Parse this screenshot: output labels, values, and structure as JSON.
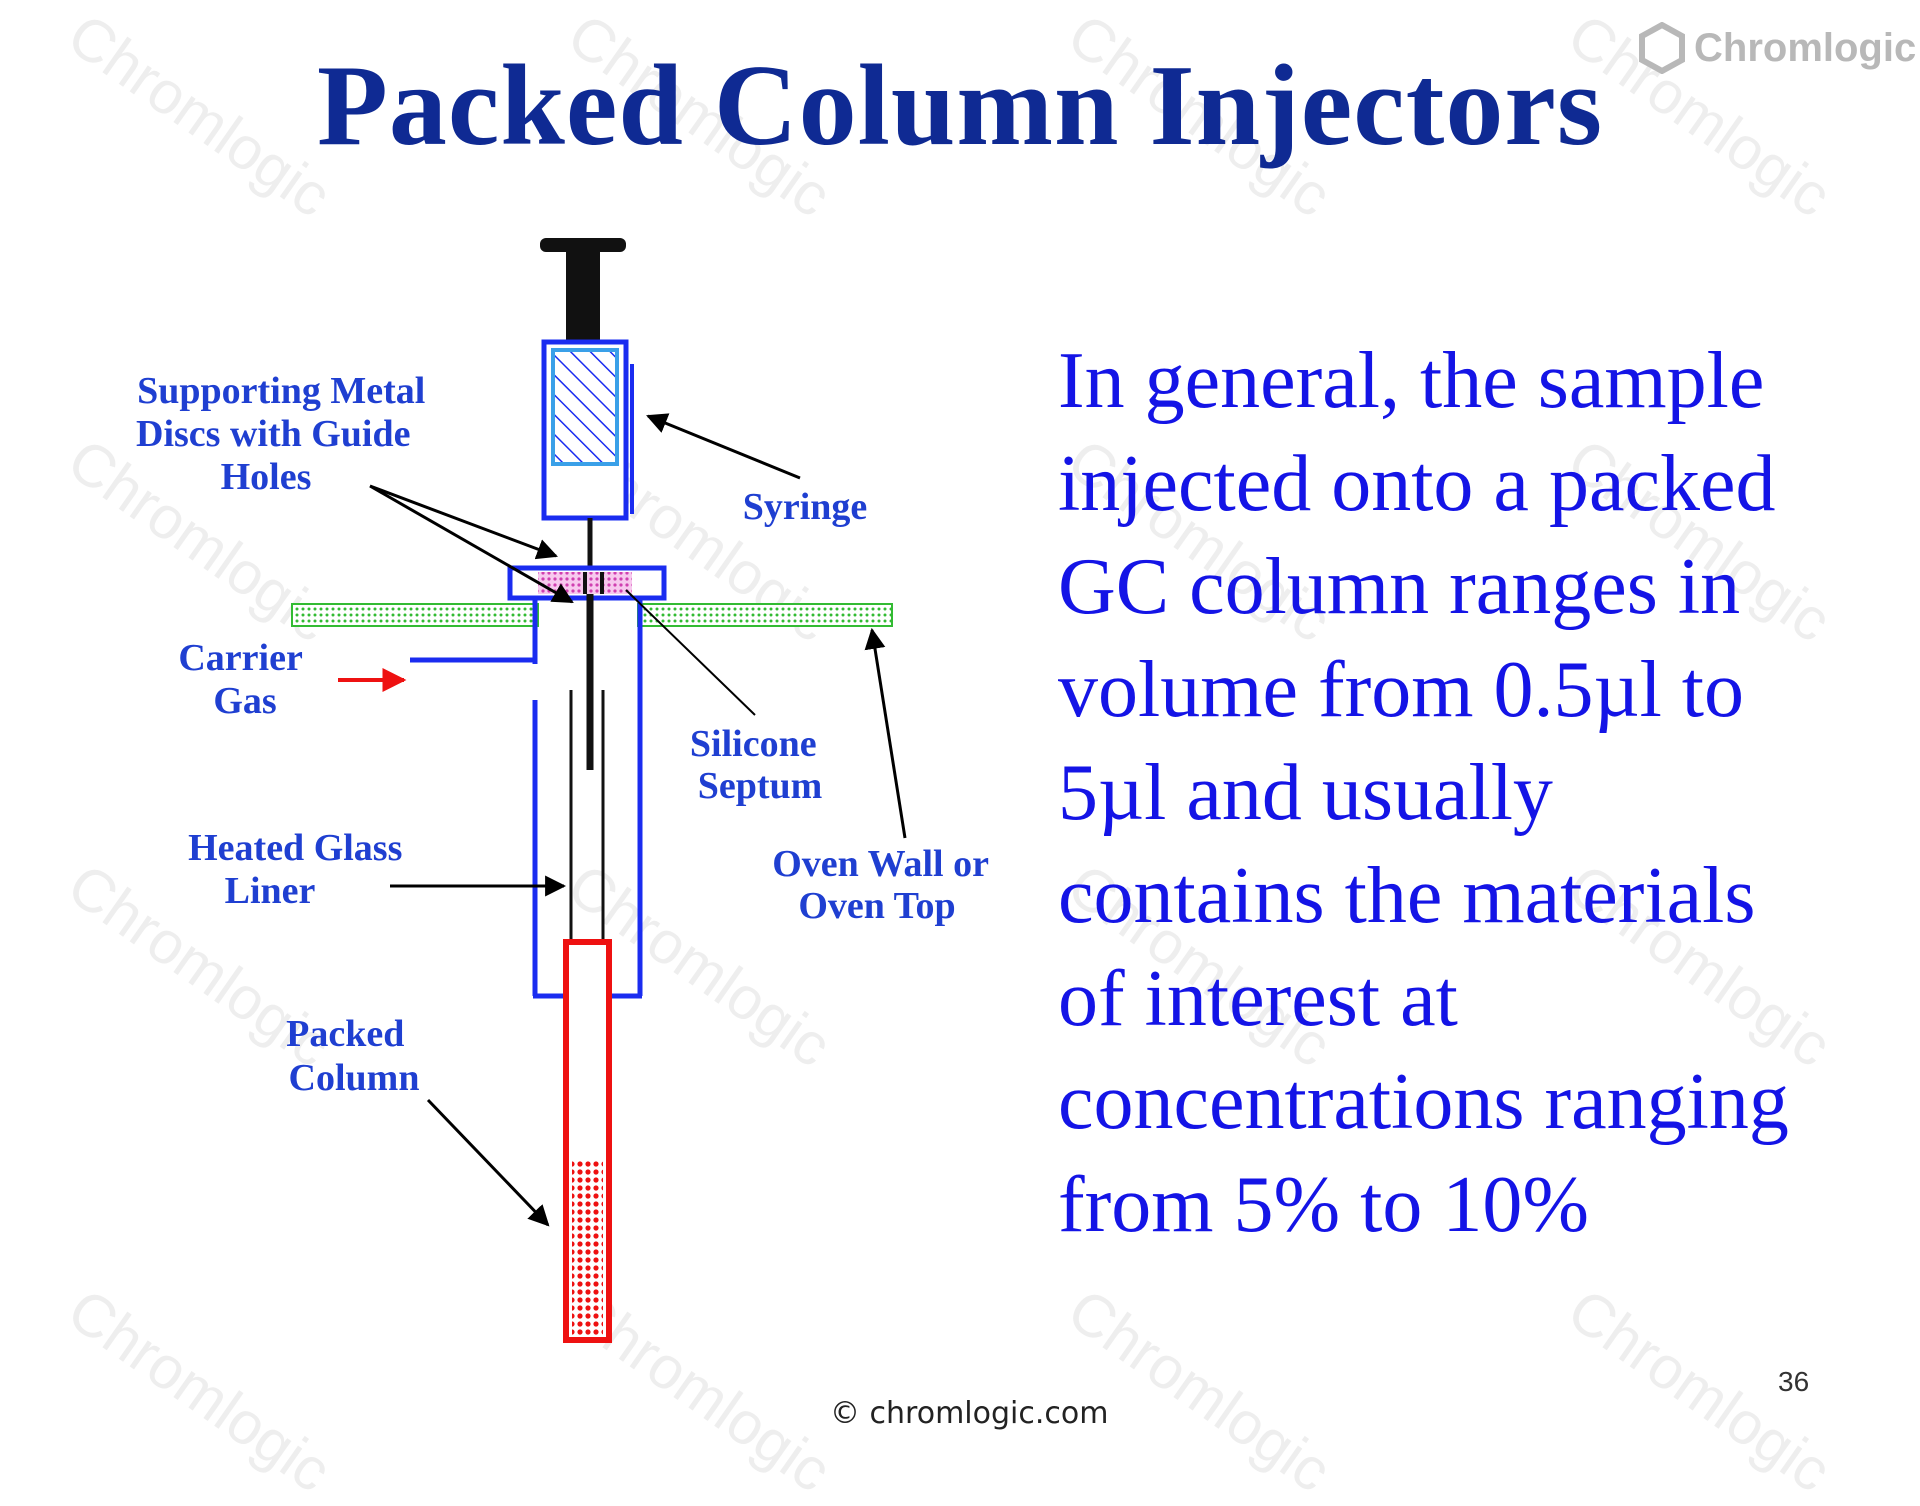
{
  "slide": {
    "title": "Packed Column Injectors",
    "logo_text": "Chromlogic",
    "watermark_text": "Chromlogic",
    "body_lines": [
      "In general, the sample",
      "injected onto a packed",
      "GC column ranges in",
      "volume from 0.5µl to",
      "5µl and usually",
      "contains the materials",
      "of interest at",
      "concentrations ranging",
      "from 5% to 10%"
    ],
    "footer_copyright": "© chromlogic.com",
    "page_number": "36"
  },
  "diagram": {
    "labels": {
      "supporting_discs": [
        "Supporting Metal",
        "Discs with Guide",
        "Holes"
      ],
      "syringe": [
        "Syringe"
      ],
      "carrier_gas": [
        "Carrier",
        "Gas"
      ],
      "silicone_septum": [
        "Silicone",
        "Septum"
      ],
      "heated_glass_liner": [
        "Heated Glass",
        "Liner"
      ],
      "oven_wall": [
        "Oven Wall or",
        "Oven Top"
      ],
      "packed_column": [
        "Packed",
        "Column"
      ]
    }
  },
  "colors": {
    "title": "#0f2a93",
    "body_text": "#1414e6",
    "diagram_label": "#1f3fd1",
    "injector_body": "#1a2cf0",
    "syringe_fill": "#3aa0e8",
    "column": "#ee1111",
    "oven_wall": "#33bb33",
    "septum": "#e060c0"
  }
}
